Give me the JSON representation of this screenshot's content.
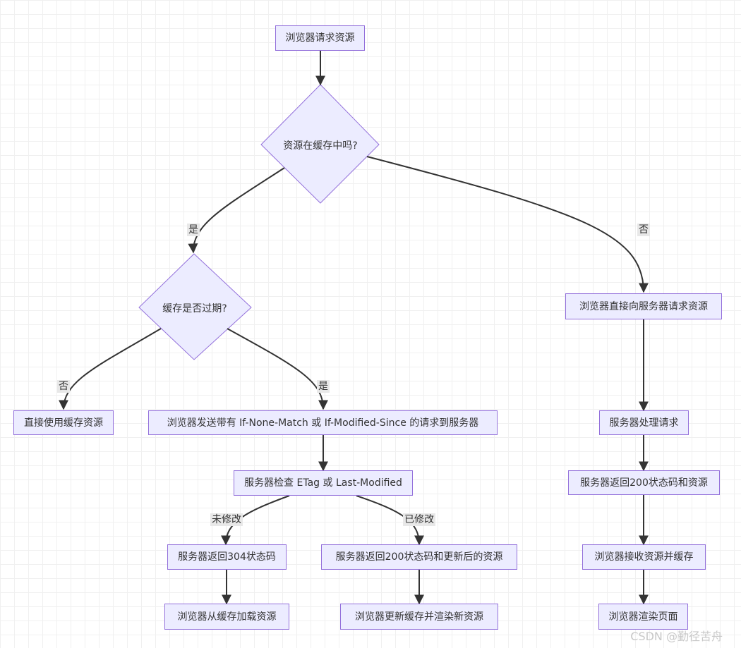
{
  "nodes": {
    "browser_request": "浏览器请求资源",
    "in_cache": "资源在缓存中吗?",
    "cache_expired": "缓存是否过期?",
    "use_cache": "直接使用缓存资源",
    "conditional_request": "浏览器发送带有 If-None-Match 或 If-Modified-Since 的请求到服务器",
    "server_check": "服务器检查 ETag 或 Last-Modified",
    "return_304": "服务器返回304状态码",
    "return_200_updated": "服务器返回200状态码和更新后的资源",
    "load_from_cache": "浏览器从缓存加载资源",
    "update_cache_render": "浏览器更新缓存并渲染新资源",
    "direct_request": "浏览器直接向服务器请求资源",
    "server_process": "服务器处理请求",
    "return_200": "服务器返回200状态码和资源",
    "receive_cache": "浏览器接收资源并缓存",
    "render_page": "浏览器渲染页面"
  },
  "edge_labels": {
    "in_cache_yes": "是",
    "in_cache_no": "否",
    "expired_no": "否",
    "expired_yes": "是",
    "not_modified": "未修改",
    "modified": "已修改"
  },
  "watermark": "CSDN @勤径苦舟",
  "colors": {
    "node_fill": "#ECECFF",
    "node_border": "#9370DB",
    "edge": "#333333",
    "label_bg": "#e8e8e8"
  }
}
